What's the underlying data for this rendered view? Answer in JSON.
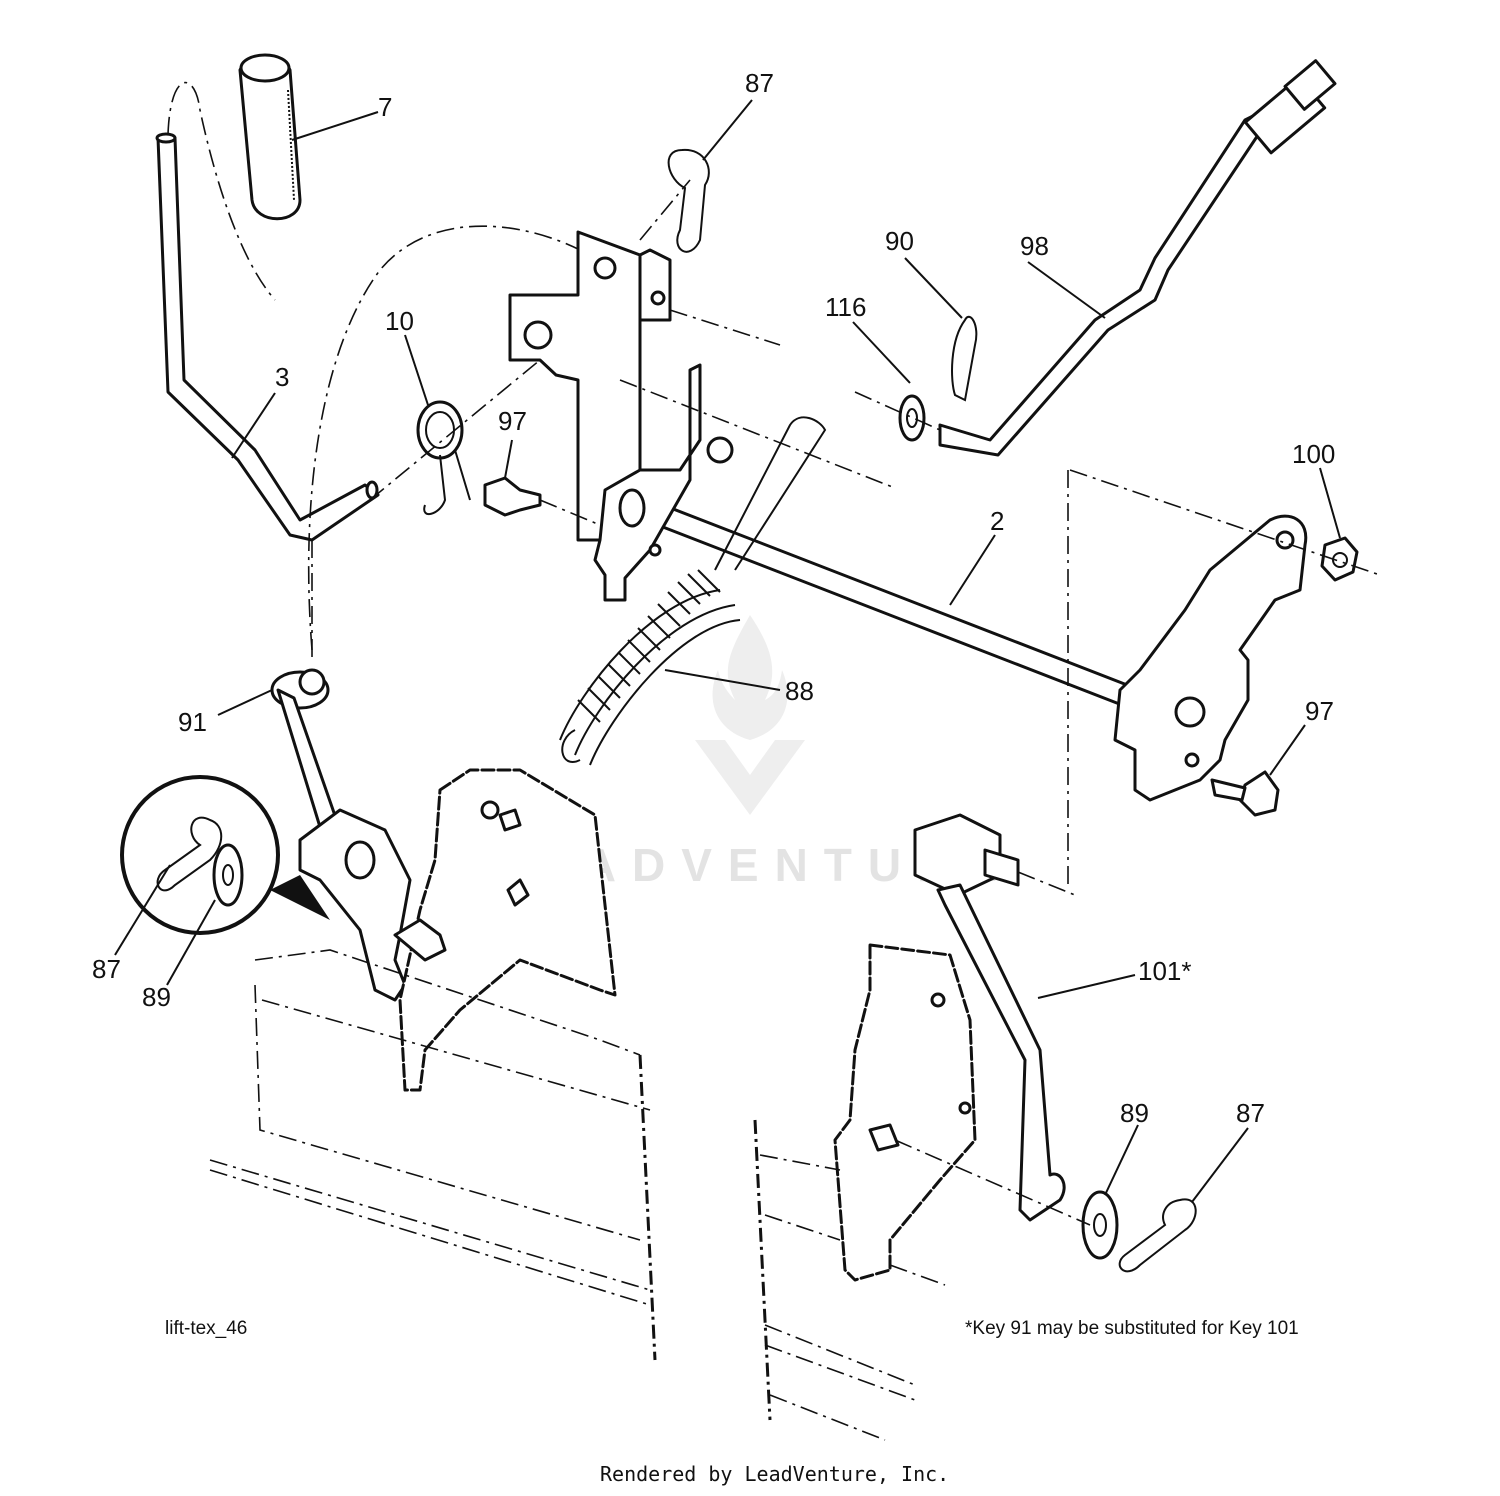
{
  "diagram": {
    "callouts": [
      {
        "id": "c7",
        "label": "7"
      },
      {
        "id": "c87a",
        "label": "87"
      },
      {
        "id": "c90",
        "label": "90"
      },
      {
        "id": "c98",
        "label": "98"
      },
      {
        "id": "c116",
        "label": "116"
      },
      {
        "id": "c10",
        "label": "10"
      },
      {
        "id": "c3",
        "label": "3"
      },
      {
        "id": "c97a",
        "label": "97"
      },
      {
        "id": "c100",
        "label": "100"
      },
      {
        "id": "c2",
        "label": "2"
      },
      {
        "id": "c88",
        "label": "88"
      },
      {
        "id": "c97b",
        "label": "97"
      },
      {
        "id": "c91",
        "label": "91"
      },
      {
        "id": "c87b",
        "label": "87"
      },
      {
        "id": "c89a",
        "label": "89"
      },
      {
        "id": "c101",
        "label": "101*"
      },
      {
        "id": "c89b",
        "label": "89"
      },
      {
        "id": "c87c",
        "label": "87"
      }
    ],
    "figure_id": "lift-tex_46",
    "footnote": "*Key 91 may be substituted for Key 101",
    "watermark": "LEADVENTURE"
  },
  "footer": {
    "rendered_by": "Rendered by LeadVenture, Inc."
  }
}
